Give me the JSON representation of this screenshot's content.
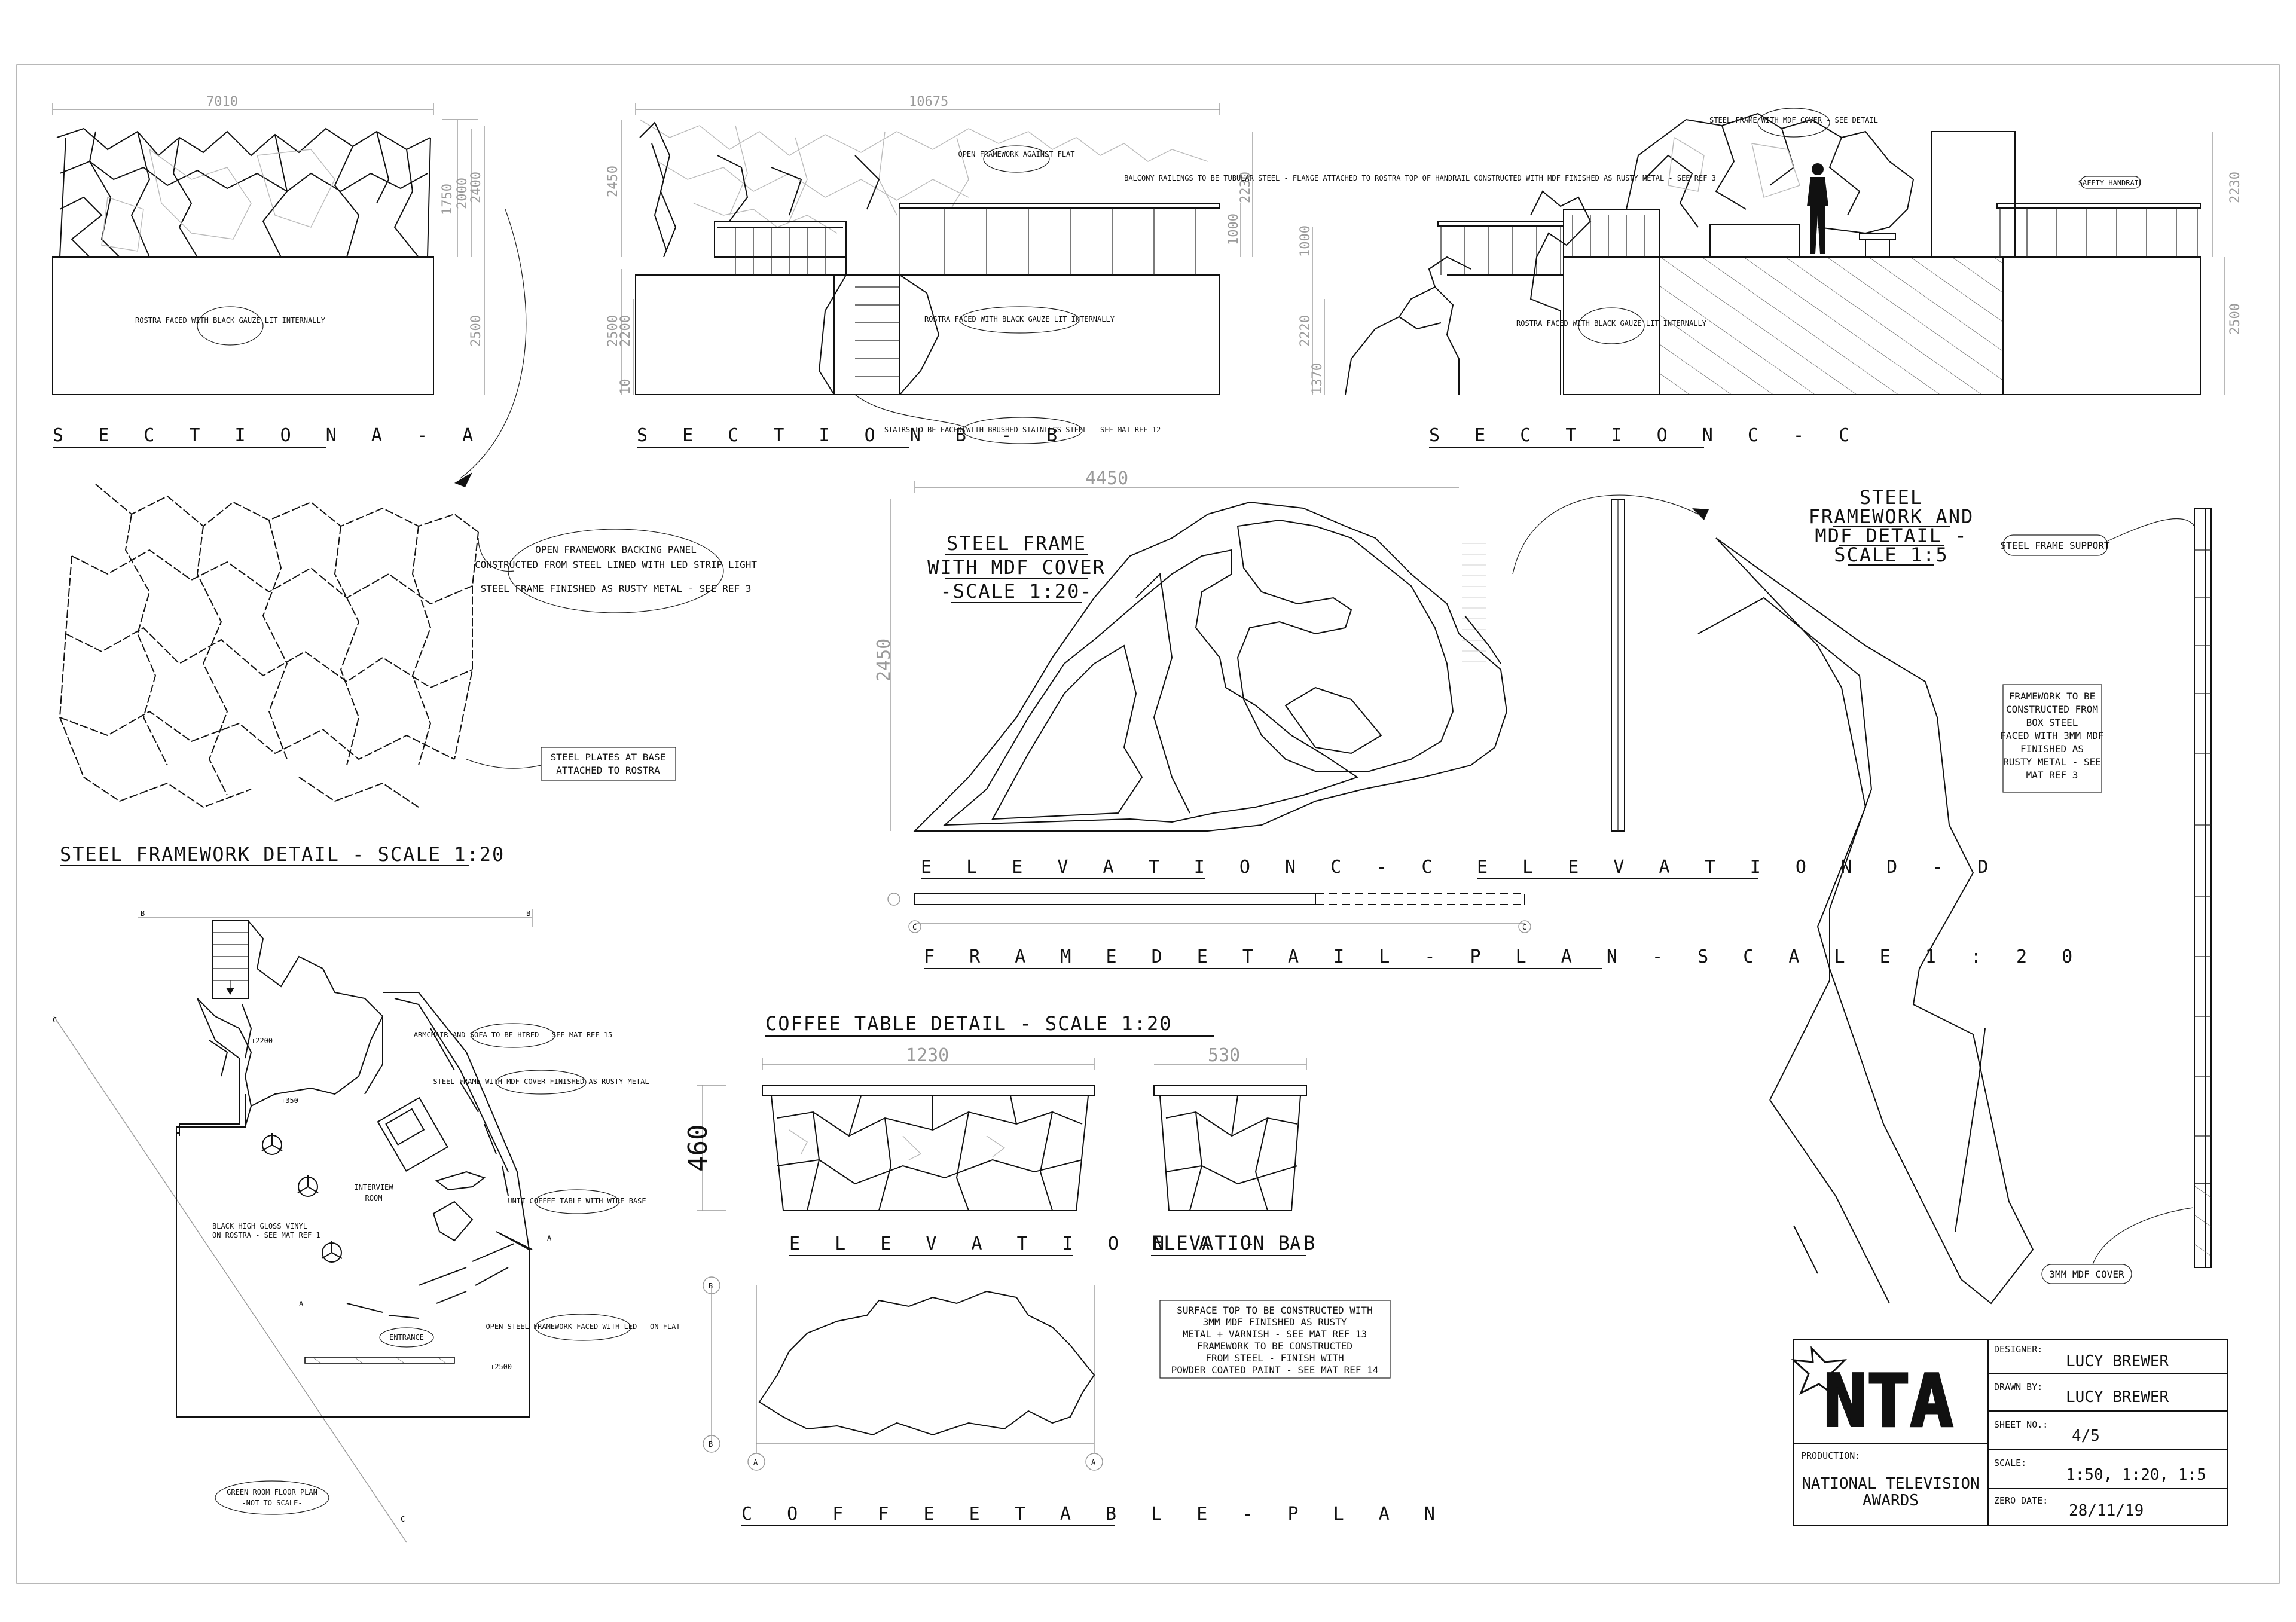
{
  "sections": {
    "a": {
      "title": "S E C T I O N   A - A",
      "dim_width": "7010",
      "dim_h1": "1750",
      "dim_h2": "2000",
      "dim_h3": "2400",
      "dim_h4": "2500",
      "note": "ROSTRA FACED WITH BLACK GAUZE LIT INTERNALLY"
    },
    "b": {
      "title": "S E C T I O N   B - B",
      "dim_width": "10675",
      "dim_left1": "2450",
      "dim_left2": "2500",
      "dim_left3": "2200",
      "dim_left4": "10",
      "dim_right1": "2230",
      "dim_right2": "1000",
      "note_flat": "OPEN FRAMEWORK AGAINST FLAT",
      "note_rostra": "ROSTRA FACED WITH BLACK GAUZE LIT INTERNALLY",
      "note_stairs": "STAIRS TO BE FACED WITH BRUSHED STAINLESS STEEL - SEE MAT REF 12"
    },
    "c": {
      "title": "S E C T I O N   C - C",
      "dim_left1": "1000",
      "dim_left2": "2220",
      "dim_left3": "1370",
      "dim_right1": "2230",
      "dim_right2": "2500",
      "note_frame": "STEEL FRAME WITH MDF COVER - SEE DETAIL",
      "note_balcony": "BALCONY RAILINGS TO BE TUBULAR STEEL - FLANGE ATTACHED TO ROSTRA TOP OF HANDRAIL CONSTRUCTED WITH MDF FINISHED AS RUSTY METAL - SEE REF 3",
      "note_handrail": "SAFETY HANDRAIL",
      "note_rostra": "ROSTRA FACED WITH BLACK GAUZE LIT INTERNALLY"
    }
  },
  "steel_framework": {
    "title": "STEEL FRAMEWORK DETAIL - SCALE 1:20",
    "note_line1": "OPEN FRAMEWORK BACKING PANEL",
    "note_line2": "CONSTRUCTED FROM STEEL LINED WITH LED STRIP LIGHT",
    "note_line3": "STEEL FRAME FINISHED AS RUSTY METAL - SEE REF 3",
    "plates_line1": "STEEL PLATES AT BASE",
    "plates_line2": "ATTACHED TO ROSTRA"
  },
  "frame_detail": {
    "title_line1": "STEEL FRAME",
    "title_line2": "WITH MDF COVER",
    "title_line3": "-SCALE 1:20-",
    "dim_width": "4450",
    "dim_height": "2450",
    "elev_cc": "E L E V A T I O N   C - C",
    "elev_dd": "E L E V A T I O N   D - D",
    "plan_title": "F R A M E   D E T A I L  -  P L A N  -  S C A L E  1 : 2 0",
    "marker_c": "C"
  },
  "mdf_detail": {
    "title_line1": "STEEL",
    "title_line2": "FRAMEWORK AND",
    "title_line3": "MDF DETAIL -",
    "title_line4": "SCALE 1:5",
    "support_label": "STEEL FRAME SUPPORT",
    "note_line1": "FRAMEWORK TO BE",
    "note_line2": "CONSTRUCTED FROM",
    "note_line3": "BOX STEEL",
    "note_line4": "FACED WITH 3MM MDF",
    "note_line5": "FINISHED AS",
    "note_line6": "RUSTY METAL - SEE",
    "note_line7": "MAT REF 3",
    "cover_label": "3MM MDF COVER"
  },
  "floor_plan": {
    "marker_b": "B",
    "marker_c": "C",
    "marker_a": "A",
    "level_2200": "+2200",
    "level_350": "+350",
    "level_2500": "+2500",
    "room_line1": "INTERVIEW",
    "room_line2": "ROOM",
    "vinyl_line1": "BLACK HIGH GLOSS VINYL",
    "vinyl_line2": "ON ROSTRA - SEE MAT REF 1",
    "note_armchair": "ARMCHAIR AND SOFA TO BE HIRED - SEE MAT REF 15",
    "note_frame": "STEEL FRAME WITH MDF COVER FINISHED AS RUSTY METAL",
    "note_table": "UNIT COFFEE TABLE WITH WIRE BASE",
    "note_open": "OPEN STEEL FRAMEWORK FACED WITH LED - ON FLAT",
    "entrance": "ENTRANCE",
    "caption_line1": "GREEN ROOM FLOOR PLAN",
    "caption_line2": "-NOT TO SCALE-"
  },
  "coffee_table": {
    "title": "COFFEE TABLE DETAIL - SCALE 1:20",
    "dim_width_a": "1230",
    "dim_width_b": "530",
    "dim_height": "460",
    "elev_aa": "E L E V A T I O N   A - A",
    "elev_bb": "ELEVATION B-B",
    "plan_title": "C O F F E E   T A B L E - P L A N",
    "marker_a": "A",
    "marker_b": "B",
    "note_line1": "SURFACE TOP TO BE CONSTRUCTED WITH",
    "note_line2": "3MM MDF FINISHED AS RUSTY",
    "note_line3": "METAL + VARNISH - SEE MAT REF 13",
    "note_line4": "FRAMEWORK TO BE CONSTRUCTED",
    "note_line5": "FROM STEEL - FINISH WITH",
    "note_line6": "POWDER COATED PAINT - SEE MAT REF 14"
  },
  "title_block": {
    "logo_text": "NTA",
    "designer_label": "DESIGNER:",
    "designer": "LUCY BREWER",
    "drawn_by_label": "DRAWN BY:",
    "drawn_by": "LUCY BREWER",
    "sheet_label": "SHEET NO.:",
    "sheet": "4/5",
    "production_label": "PRODUCTION:",
    "production_line1": "NATIONAL TELEVISION",
    "production_line2": "AWARDS",
    "scale_label": "SCALE:",
    "scale": "1:50, 1:20, 1:5",
    "date_label": "ZERO DATE:",
    "date": "28/11/19"
  }
}
